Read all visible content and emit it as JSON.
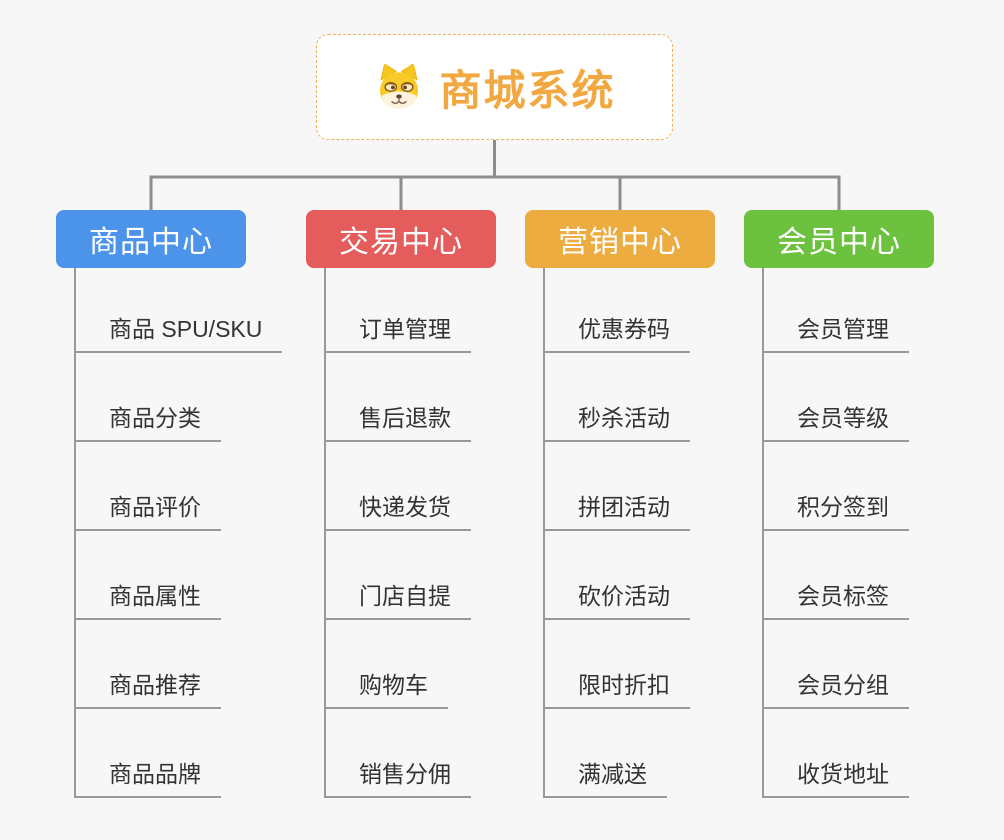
{
  "root": {
    "title": "商城系统",
    "icon": "shiba-dog-icon",
    "title_color": "#F2A841",
    "border_color": "#F0B05A",
    "background": "#FFFFFF"
  },
  "canvas": {
    "background_color": "#F7F7F7",
    "connector_color": "#8D8D8D",
    "child_line_color": "#999999",
    "child_text_color": "#333333"
  },
  "branches": [
    {
      "label": "商品中心",
      "color": "#4C93EA",
      "children": [
        "商品 SPU/SKU",
        "商品分类",
        "商品评价",
        "商品属性",
        "商品推荐",
        "商品品牌"
      ]
    },
    {
      "label": "交易中心",
      "color": "#E45C5C",
      "children": [
        "订单管理",
        "售后退款",
        "快递发货",
        "门店自提",
        "购物车",
        "销售分佣"
      ]
    },
    {
      "label": "营销中心",
      "color": "#ECAC3F",
      "children": [
        "优惠券码",
        "秒杀活动",
        "拼团活动",
        "砍价活动",
        "限时折扣",
        "满减送"
      ]
    },
    {
      "label": "会员中心",
      "color": "#6CC13F",
      "children": [
        "会员管理",
        "会员等级",
        "积分签到",
        "会员标签",
        "会员分组",
        "收货地址"
      ]
    }
  ]
}
